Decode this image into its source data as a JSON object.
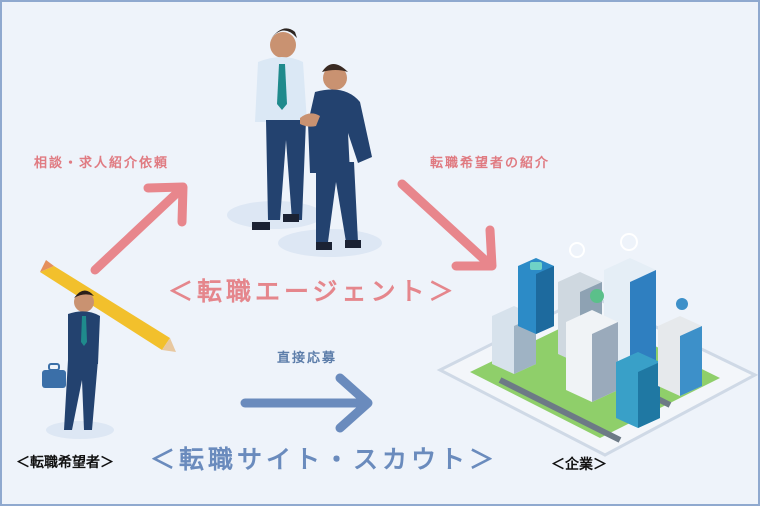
{
  "labels": {
    "consult_request": "相談・求人紹介依頼",
    "introduce_candidate": "転職希望者の紹介",
    "direct_apply": "直接応募",
    "agent": "＜転職エージェント＞",
    "site_scout": "＜転職サイト・スカウト＞",
    "job_seeker": "＜転職希望者＞",
    "company": "＜企業＞"
  },
  "colors": {
    "pink_arrow": "#e8868c",
    "blue_arrow": "#6a8bbd",
    "suit": "#23426f",
    "shirt": "#dbe8f5"
  },
  "icons": [
    "handshake-illustration",
    "job-seeker-illustration",
    "city-tablet-illustration"
  ]
}
